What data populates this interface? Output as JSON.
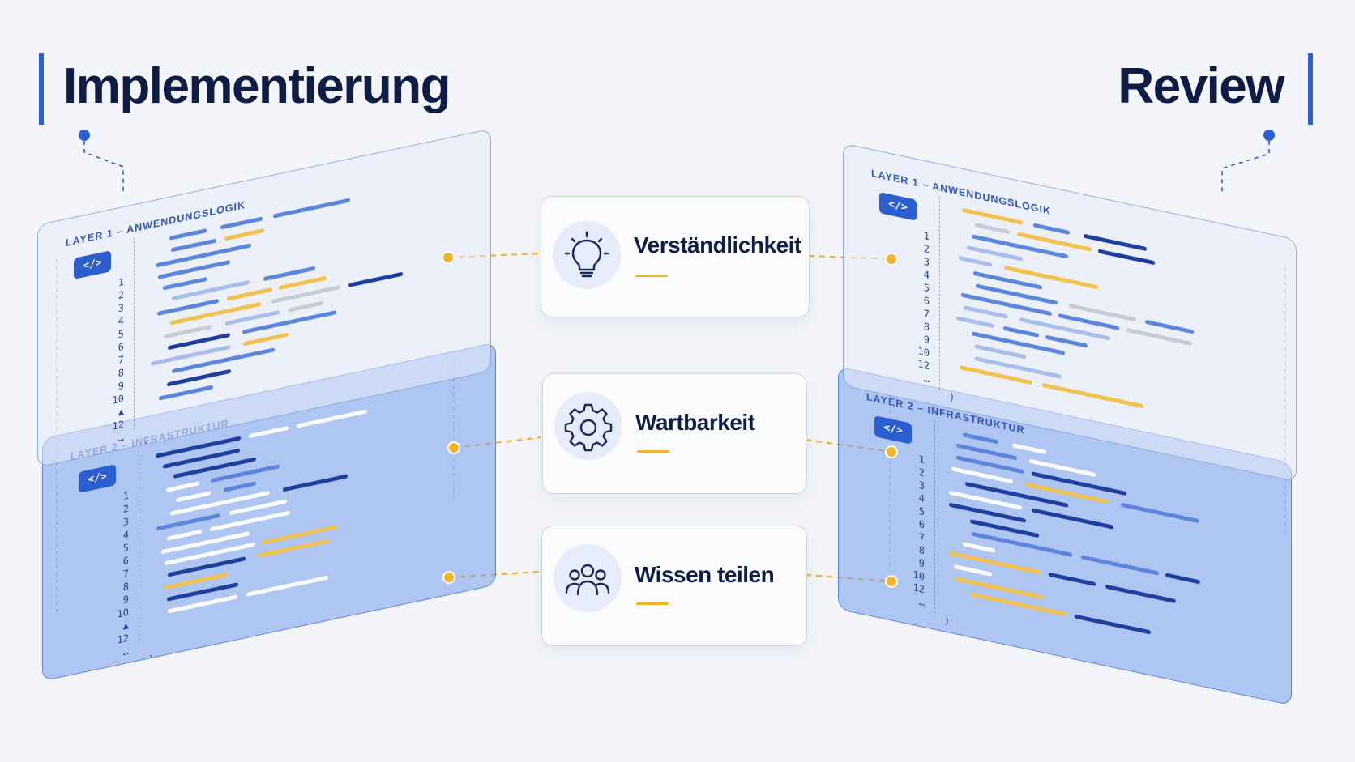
{
  "headings": {
    "left": "Implementierung",
    "right": "Review"
  },
  "panels": {
    "left_layer1": {
      "title": "LAYER 1 – ANWENDUNGSLOGIK",
      "badge": "</>",
      "lines": [
        "1",
        "2",
        "3",
        "4",
        "5",
        "6",
        "7",
        "8",
        "9",
        "10",
        "▲",
        "12",
        "…"
      ],
      "closing": ")"
    },
    "left_layer2": {
      "title": "LAYER 2 – INFRASTRUKTUR",
      "badge": "</>",
      "lines": [
        "1",
        "2",
        "3",
        "4",
        "5",
        "6",
        "7",
        "8",
        "9",
        "10",
        "▲",
        "12",
        "…"
      ],
      "closing": ")"
    },
    "right_layer1": {
      "title": "LAYER 1 – ANWENDUNGSLOGIK",
      "badge": "</>",
      "lines": [
        "1",
        "2",
        "3",
        "4",
        "5",
        "6",
        "7",
        "8",
        "9",
        "10",
        "12",
        "…"
      ],
      "closing": ")"
    },
    "right_layer2": {
      "title": "LAYER 2 – INFRASTRUKTUR",
      "badge": "</>",
      "lines": [
        "1",
        "2",
        "3",
        "4",
        "5",
        "6",
        "7",
        "8",
        "9",
        "10",
        "12",
        "…"
      ],
      "closing": ")"
    }
  },
  "cards": [
    {
      "label": "Verständlichkeit",
      "icon": "lightbulb-icon"
    },
    {
      "label": "Wartbarkeit",
      "icon": "gear-icon"
    },
    {
      "label": "Wissen teilen",
      "icon": "people-icon"
    }
  ],
  "colors": {
    "navy": "#0f1d45",
    "accent_blue": "#2c5fcf",
    "connector_yellow": "#f0b429",
    "code_dark": "#1e3f9e",
    "code_mid": "#5b86dc",
    "code_light": "#a9bde9",
    "code_yellow": "#f2c14e",
    "code_gray": "#c6cbd8",
    "code_white": "#ffffff"
  }
}
